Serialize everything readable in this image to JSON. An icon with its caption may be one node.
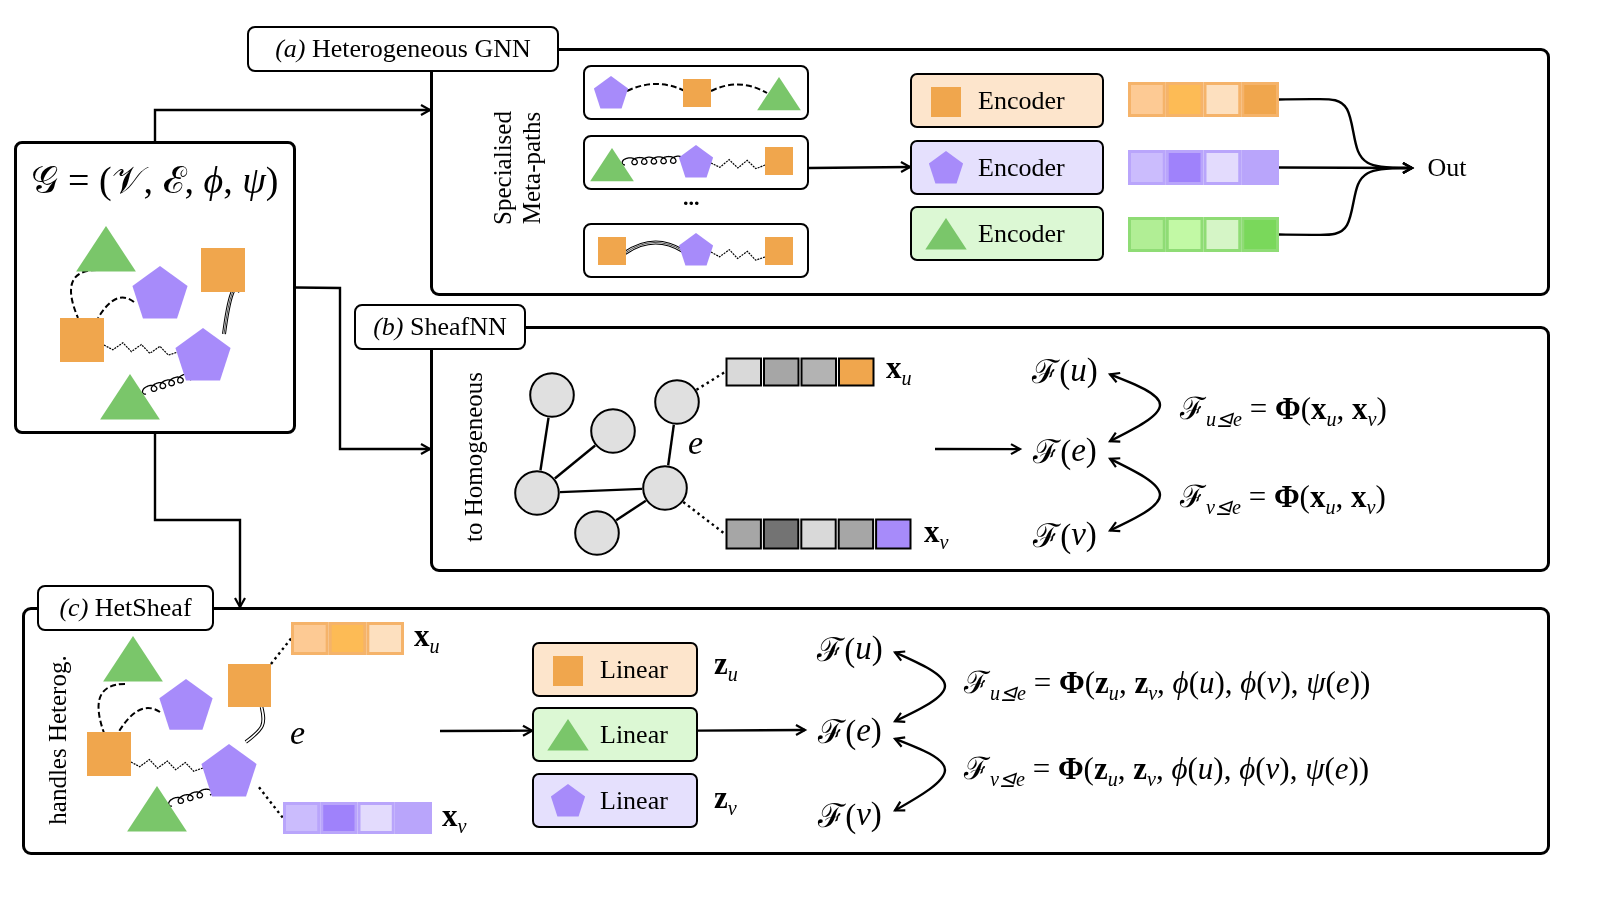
{
  "diagram": {
    "nodes": [
      {
        "text": [
          "𝒢 = (𝒱, ℰ, *ϕ*, *ψ*)"
        ]
      },
      {
        "text": [
          "*(a)* Heterogeneous GNN",
          "Specialised Meta-paths"
        ]
      },
      {
        "text": [],
        "shape": "box",
        "in": 1
      },
      {
        "text": [],
        "shape": "box",
        "in": 1
      },
      {
        "text": [],
        "shape": "box",
        "in": 1
      },
      {
        "text": [
          "Encoder"
        ],
        "in": 1
      },
      {
        "text": [
          "Encoder"
        ],
        "in": 1
      },
      {
        "text": [
          "Encoder"
        ],
        "in": 1
      },
      {
        "text": [],
        "shape": "bar",
        "in": 1
      },
      {
        "text": [],
        "shape": "bar",
        "in": 1
      },
      {
        "text": [],
        "shape": "bar",
        "in": 1
      },
      {
        "text": [
          "Out"
        ],
        "in": 1
      },
      {
        "text": [
          "*(b)* SheafNN",
          "to Homogeneous"
        ]
      },
      {
        "text": [],
        "shape": "circle",
        "in": 12
      },
      {
        "text": [],
        "shape": "circle",
        "in": 12
      },
      {
        "text": [],
        "shape": "circle",
        "in": 12
      },
      {
        "text": [],
        "shape": "circle",
        "in": 12
      },
      {
        "text": [],
        "shape": "circle",
        "in": 12
      },
      {
        "text": [],
        "shape": "circle",
        "in": 12
      },
      {
        "text": [],
        "shape": "bar",
        "in": 12,
        "beside": [
          "**x**$_{u}$"
        ]
      },
      {
        "text": [],
        "shape": "bar",
        "in": 12,
        "beside": [
          "**x**$_{v}$"
        ]
      },
      {
        "text": [
          "ℱ(*u*)"
        ],
        "in": 12
      },
      {
        "text": [
          "ℱ(*e*)"
        ],
        "in": 12
      },
      {
        "text": [
          "ℱ(*v*)"
        ],
        "in": 12
      },
      {
        "text": [
          "*(c)* HetSheaf",
          "handles Heterog."
        ]
      },
      {
        "text": [],
        "shape": "box",
        "in": 24
      },
      {
        "text": [],
        "shape": "pentagon",
        "in": 24
      },
      {
        "text": [],
        "shape": "bar",
        "in": 24,
        "beside": [
          "**x**$_{u}$"
        ]
      },
      {
        "text": [],
        "shape": "bar",
        "in": 24,
        "beside": [
          "**x**$_{v}$"
        ]
      },
      {
        "text": [
          "Linear"
        ],
        "in": 24,
        "beside": [
          "**z**$_{u}$"
        ]
      },
      {
        "text": [
          "Linear"
        ],
        "in": 24
      },
      {
        "text": [
          "Linear"
        ],
        "in": 24,
        "beside": [
          "**z**$_{v}$"
        ]
      },
      {
        "text": [
          "ℱ(*u*)"
        ],
        "in": 24
      },
      {
        "text": [
          "ℱ(*e*)"
        ],
        "in": 24
      },
      {
        "text": [
          "ℱ(*v*)"
        ],
        "in": 24
      }
    ],
    "edges": [
      {
        "from": 0,
        "to": 1,
        "arrow": "to"
      },
      {
        "from": 0,
        "to": 12,
        "arrow": "to"
      },
      {
        "from": 0,
        "to": 24,
        "arrow": "to"
      },
      {
        "from": 3,
        "to": 6,
        "arrow": "to"
      },
      {
        "from": 8,
        "to": 11,
        "arrow": "to"
      },
      {
        "from": 9,
        "to": 11,
        "arrow": "to"
      },
      {
        "from": 10,
        "to": 11,
        "arrow": "to"
      },
      {
        "from": 14,
        "to": 13,
        "arrow": "none"
      },
      {
        "from": 16,
        "to": 13,
        "arrow": "none"
      },
      {
        "from": 13,
        "to": 17,
        "arrow": "none"
      },
      {
        "from": 18,
        "to": 17,
        "arrow": "none",
        "label": "e"
      },
      {
        "from": 17,
        "to": 15,
        "arrow": "none"
      },
      {
        "from": 18,
        "to": 19,
        "arrow": "none",
        "style": "dashed"
      },
      {
        "from": 17,
        "to": 20,
        "arrow": "none",
        "style": "dashed"
      },
      {
        "from": null,
        "to": 22,
        "arrow": "to"
      },
      {
        "from": 22,
        "to": 21,
        "arrow": "both",
        "label": "ℱ$_{u⊴e}$ = **Φ**(**x**$_{u}$, **x**$_{v}$)"
      },
      {
        "from": 22,
        "to": 23,
        "arrow": "both",
        "label": "ℱ$_{v⊴e}$ = **Φ**(**x**$_{u}$, **x**$_{v}$)"
      },
      {
        "from": 25,
        "to": 26,
        "arrow": "none",
        "label": "e"
      },
      {
        "from": 25,
        "to": 27,
        "arrow": "none",
        "style": "dashed"
      },
      {
        "from": 26,
        "to": 28,
        "arrow": "none",
        "style": "dashed"
      },
      {
        "from": null,
        "to": 30,
        "arrow": "to"
      },
      {
        "from": 30,
        "to": 33,
        "arrow": "to"
      },
      {
        "from": 33,
        "to": 32,
        "arrow": "both",
        "label": "ℱ$_{u⊴e}$ = **Φ**(**z**$_{u}$, **z**$_{v}$, *ϕ*(*u*), *ϕ*(*v*), *ψ*(*e*))"
      },
      {
        "from": 33,
        "to": 34,
        "arrow": "both",
        "label": "ℱ$_{v⊴e}$ = **Φ**(**z**$_{u}$, **z**$_{v}$, *ϕ*(*u*), *ϕ*(*v*), *ψ*(*e*))"
      }
    ],
    "labels": [
      "..."
    ]
  }
}
